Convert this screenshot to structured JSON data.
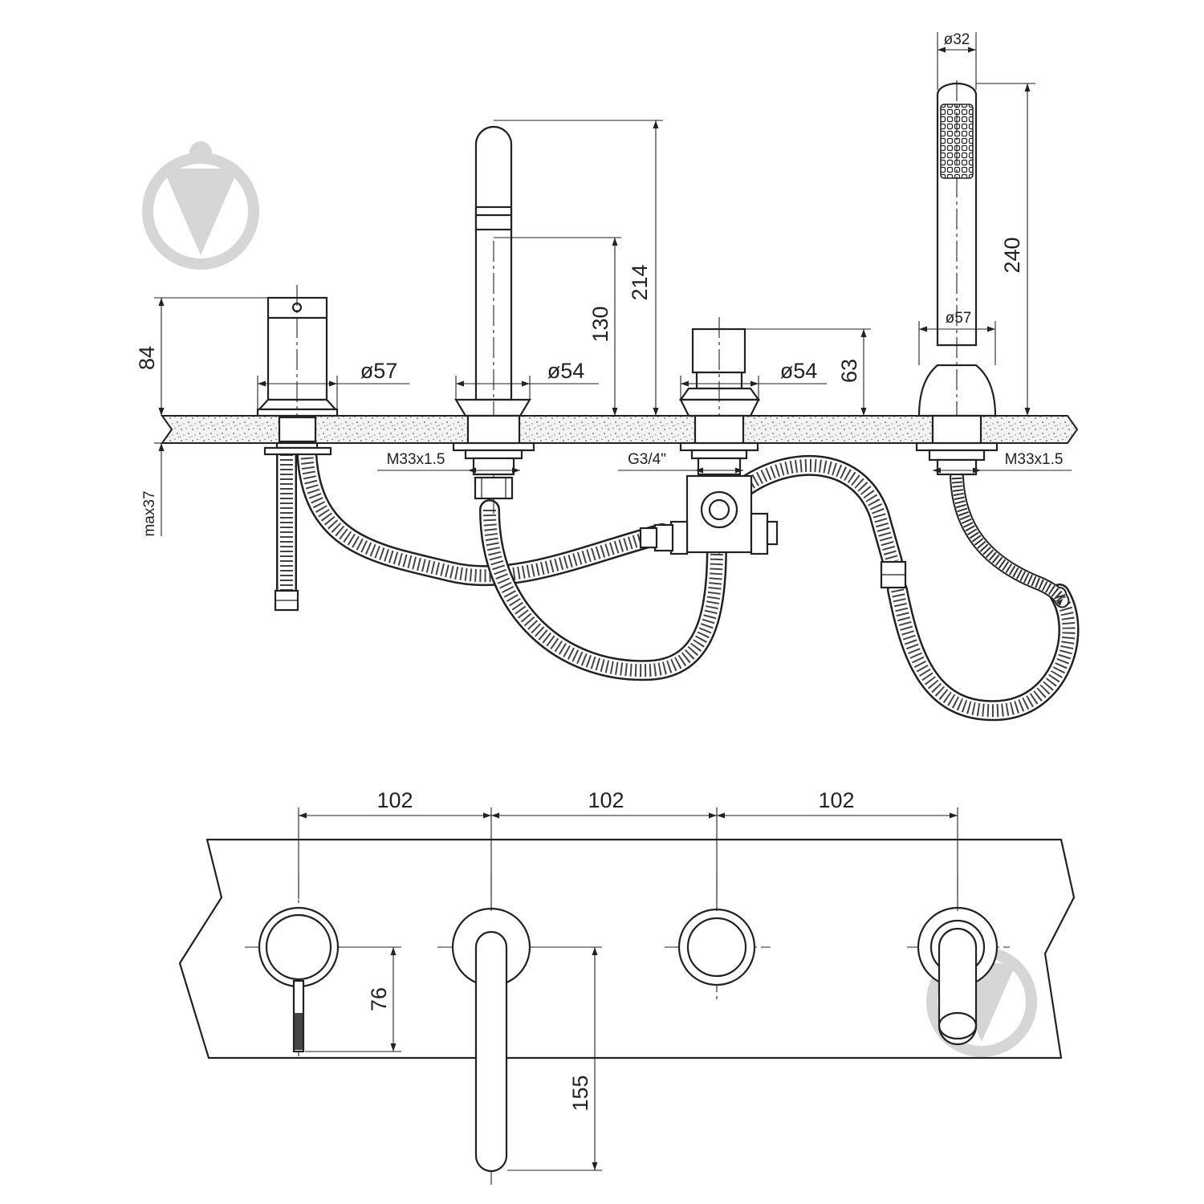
{
  "drawing": {
    "title": "",
    "logo_name": "logo-watermark"
  },
  "labels": {
    "side_view": {
      "handshower_diameter": "ø32",
      "handshower_height": "240",
      "spout_height": "214",
      "spout_outlet_height": "130",
      "mixer_height": "84",
      "mixer_base_diameter": "ø57",
      "spout_base_diameter": "ø54",
      "diverter_base_diameter": "ø54",
      "diverter_height": "63",
      "holder_base_diameter": "ø57",
      "max_deck_thickness": "max37",
      "spout_thread": "M33x1.5",
      "diverter_thread": "G3/4\"",
      "holder_thread": "M33x1.5"
    },
    "top_view": {
      "spacing_1": "102",
      "spacing_2": "102",
      "spacing_3": "102",
      "lever_reach": "76",
      "spout_reach": "155"
    }
  },
  "colors": {
    "line": "#222222",
    "deck_fill": "#f2f2f2",
    "watermark": "#d6d6d6"
  }
}
